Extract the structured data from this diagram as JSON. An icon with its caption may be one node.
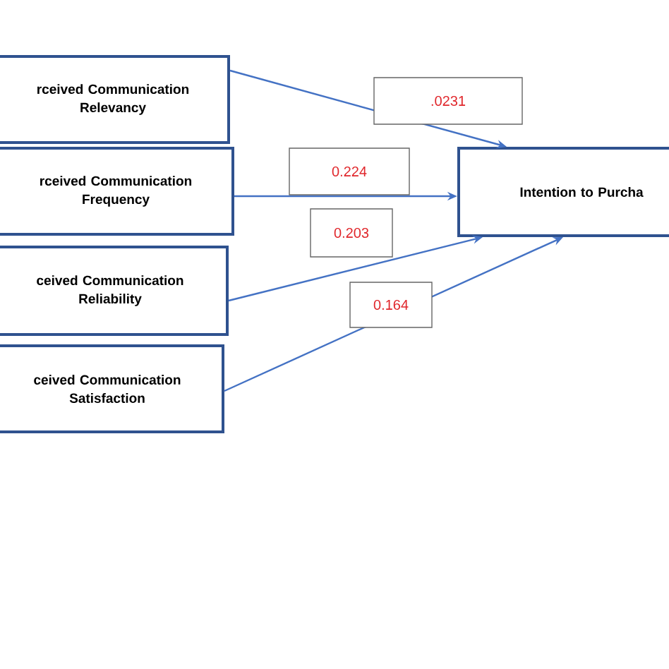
{
  "diagram": {
    "nodes": [
      {
        "text": [
          "rceived Communication Relevancy"
        ]
      },
      {
        "text": [
          "rceived Communication Frequency"
        ]
      },
      {
        "text": [
          "ceived Communication Reliability"
        ]
      },
      {
        "text": [
          "ceived Communication Satisfaction"
        ]
      },
      {
        "text": [
          "Intention to Purcha"
        ]
      }
    ],
    "edges": [
      {
        "from": 0,
        "to": 4,
        "arrow": "to",
        "label": ".0231"
      },
      {
        "from": 1,
        "to": 4,
        "arrow": "to",
        "label": "0.224"
      },
      {
        "from": 2,
        "to": 4,
        "arrow": "to",
        "label": "0.203"
      },
      {
        "from": 3,
        "to": 4,
        "arrow": "to",
        "label": "0.164"
      }
    ]
  }
}
